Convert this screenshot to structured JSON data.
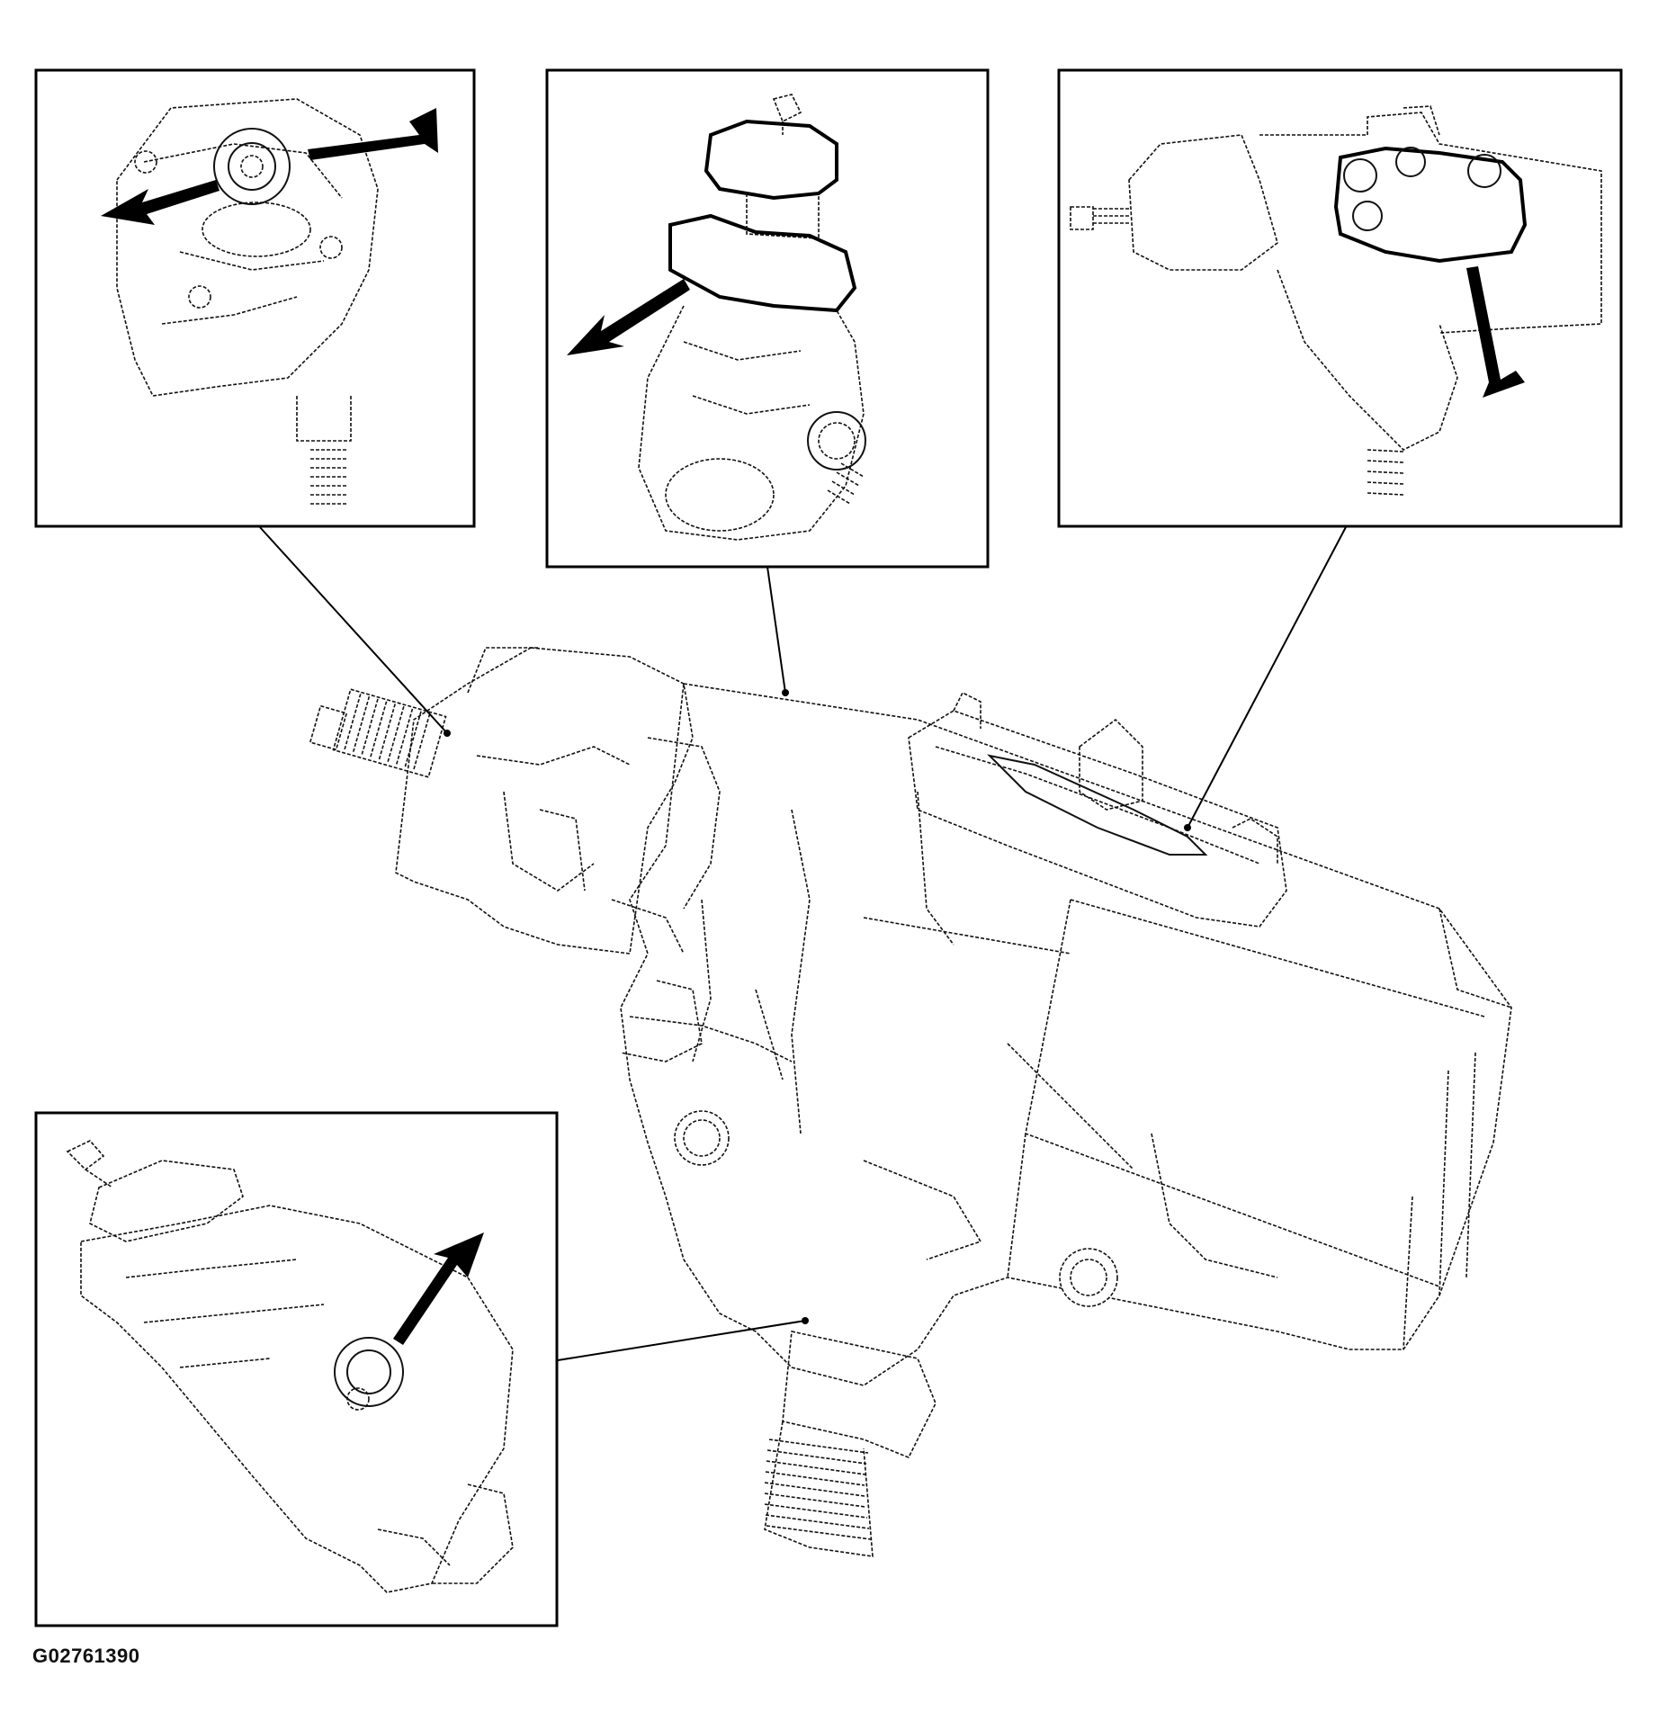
{
  "figure_id": "G02761390",
  "icons": {
    "main": "steering-gear-assembly",
    "inset_1": "adjuster-plug-closeup",
    "inset_2": "valve-housing-closeup",
    "inset_3": "side-cover-closeup",
    "inset_4": "pitman-shaft-seal-closeup",
    "arrow": "pointer-arrow-icon"
  }
}
